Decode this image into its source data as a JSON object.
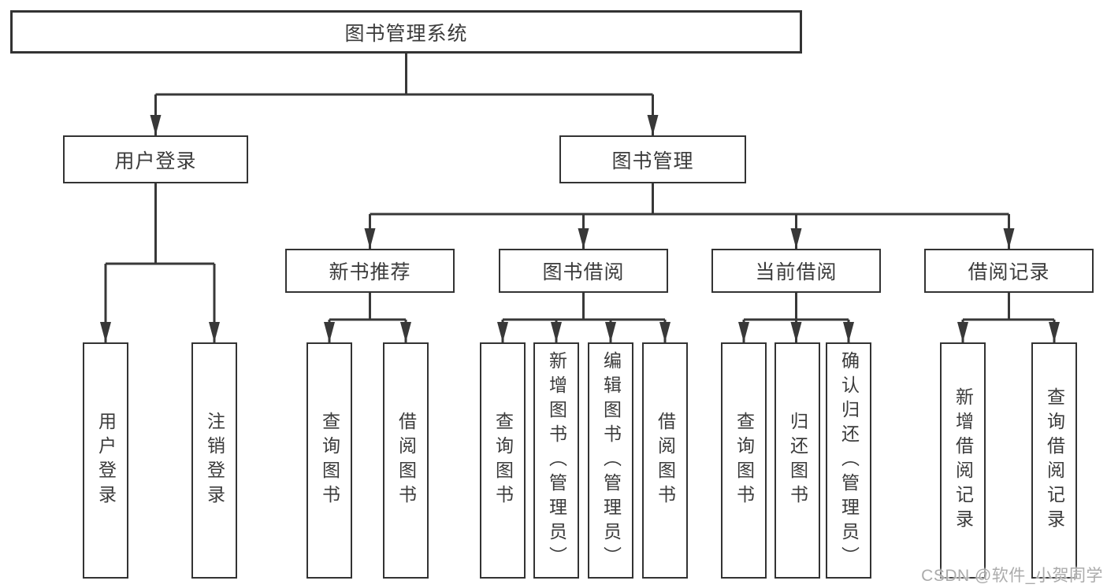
{
  "diagram": {
    "root": {
      "label": "图书管理系统"
    },
    "level1": [
      {
        "label": "用户登录"
      },
      {
        "label": "图书管理"
      }
    ],
    "level2": [
      {
        "label": "新书推荐",
        "parent": "图书管理"
      },
      {
        "label": "图书借阅",
        "parent": "图书管理"
      },
      {
        "label": "当前借阅",
        "parent": "图书管理"
      },
      {
        "label": "借阅记录",
        "parent": "图书管理"
      }
    ],
    "leaves": [
      {
        "label": "用户登录",
        "parent": "用户登录"
      },
      {
        "label": "注销登录",
        "parent": "用户登录"
      },
      {
        "label": "查询图书",
        "parent": "新书推荐"
      },
      {
        "label": "借阅图书",
        "parent": "新书推荐"
      },
      {
        "label": "查询图书",
        "parent": "图书借阅"
      },
      {
        "label": "新增图书（管理员）",
        "parent": "图书借阅"
      },
      {
        "label": "编辑图书（管理员）",
        "parent": "图书借阅"
      },
      {
        "label": "借阅图书",
        "parent": "图书借阅"
      },
      {
        "label": "查询图书",
        "parent": "当前借阅"
      },
      {
        "label": "归还图书",
        "parent": "当前借阅"
      },
      {
        "label": "确认归还（管理员）",
        "parent": "当前借阅"
      },
      {
        "label": "新增借阅记录",
        "parent": "借阅记录"
      },
      {
        "label": "查询借阅记录",
        "parent": "借阅记录"
      }
    ],
    "colors": {
      "line": "#383838",
      "box_border": "#333333",
      "text": "#3b3b3b",
      "background": "#ffffff",
      "watermark_text_color": "#ababab"
    },
    "watermark": "CSDN @软件_小贺同学"
  }
}
